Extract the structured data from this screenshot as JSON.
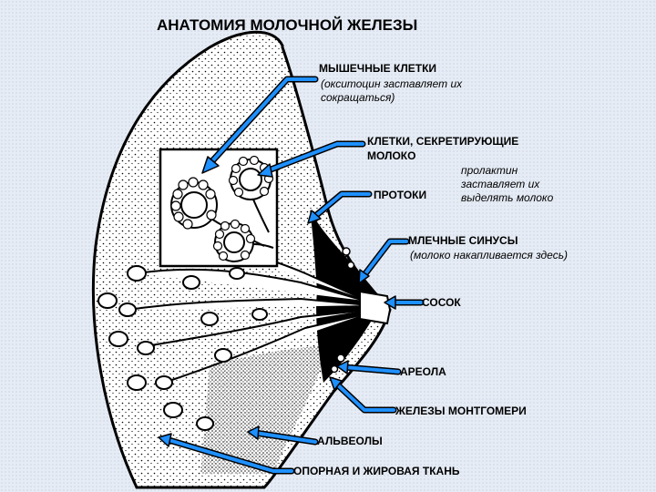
{
  "title": "АНАТОМИЯ МОЛОЧНОЙ ЖЕЛЕЗЫ",
  "labels": {
    "muscle_cells": "МЫШЕЧНЫЕ КЛЕТКИ",
    "muscle_note_1": "(окситоцин заставляет их",
    "muscle_note_2": "сокращаться)",
    "secreting_cells_1": "КЛЕТКИ, СЕКРЕТИРУЮЩИЕ",
    "secreting_cells_2": "МОЛОКО",
    "prolactin_1": "пролактин",
    "prolactin_2": "заставляет их",
    "prolactin_3": "выделять молоко",
    "ducts": "ПРОТОКИ",
    "sinuses": "МЛЕЧНЫЕ СИНУСЫ",
    "sinuses_note": "(молоко накапливается здесь)",
    "nipple": "СОСОК",
    "areola": "АРЕОЛА",
    "montgomery": "ЖЕЛЕЗЫ МОНТГОМЕРИ",
    "alveoli": "АЛЬВЕОЛЫ",
    "tissue": "ОПОРНАЯ И ЖИРОВАЯ ТКАНЬ"
  },
  "colors": {
    "pointer_fill": "#1e90ff",
    "pointer_outline": "#000000",
    "ink": "#000000",
    "paper": "#ffffff"
  }
}
